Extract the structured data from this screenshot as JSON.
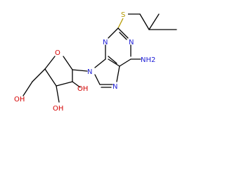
{
  "molecule": {
    "colors": {
      "carbon_bond": "#000000",
      "nitrogen": "#2323d8",
      "sulfur": "#b59a00",
      "oxygen": "#d40000",
      "background": "#ffffff"
    },
    "atom_labels": {
      "s_thioether": "S",
      "n1": "N",
      "n3": "N",
      "n7": "N",
      "n9": "N",
      "nh2": "NH2",
      "o_ring": "O",
      "oh_3": "OH",
      "oh_2": "OH",
      "oh_ch2": "OH"
    }
  }
}
